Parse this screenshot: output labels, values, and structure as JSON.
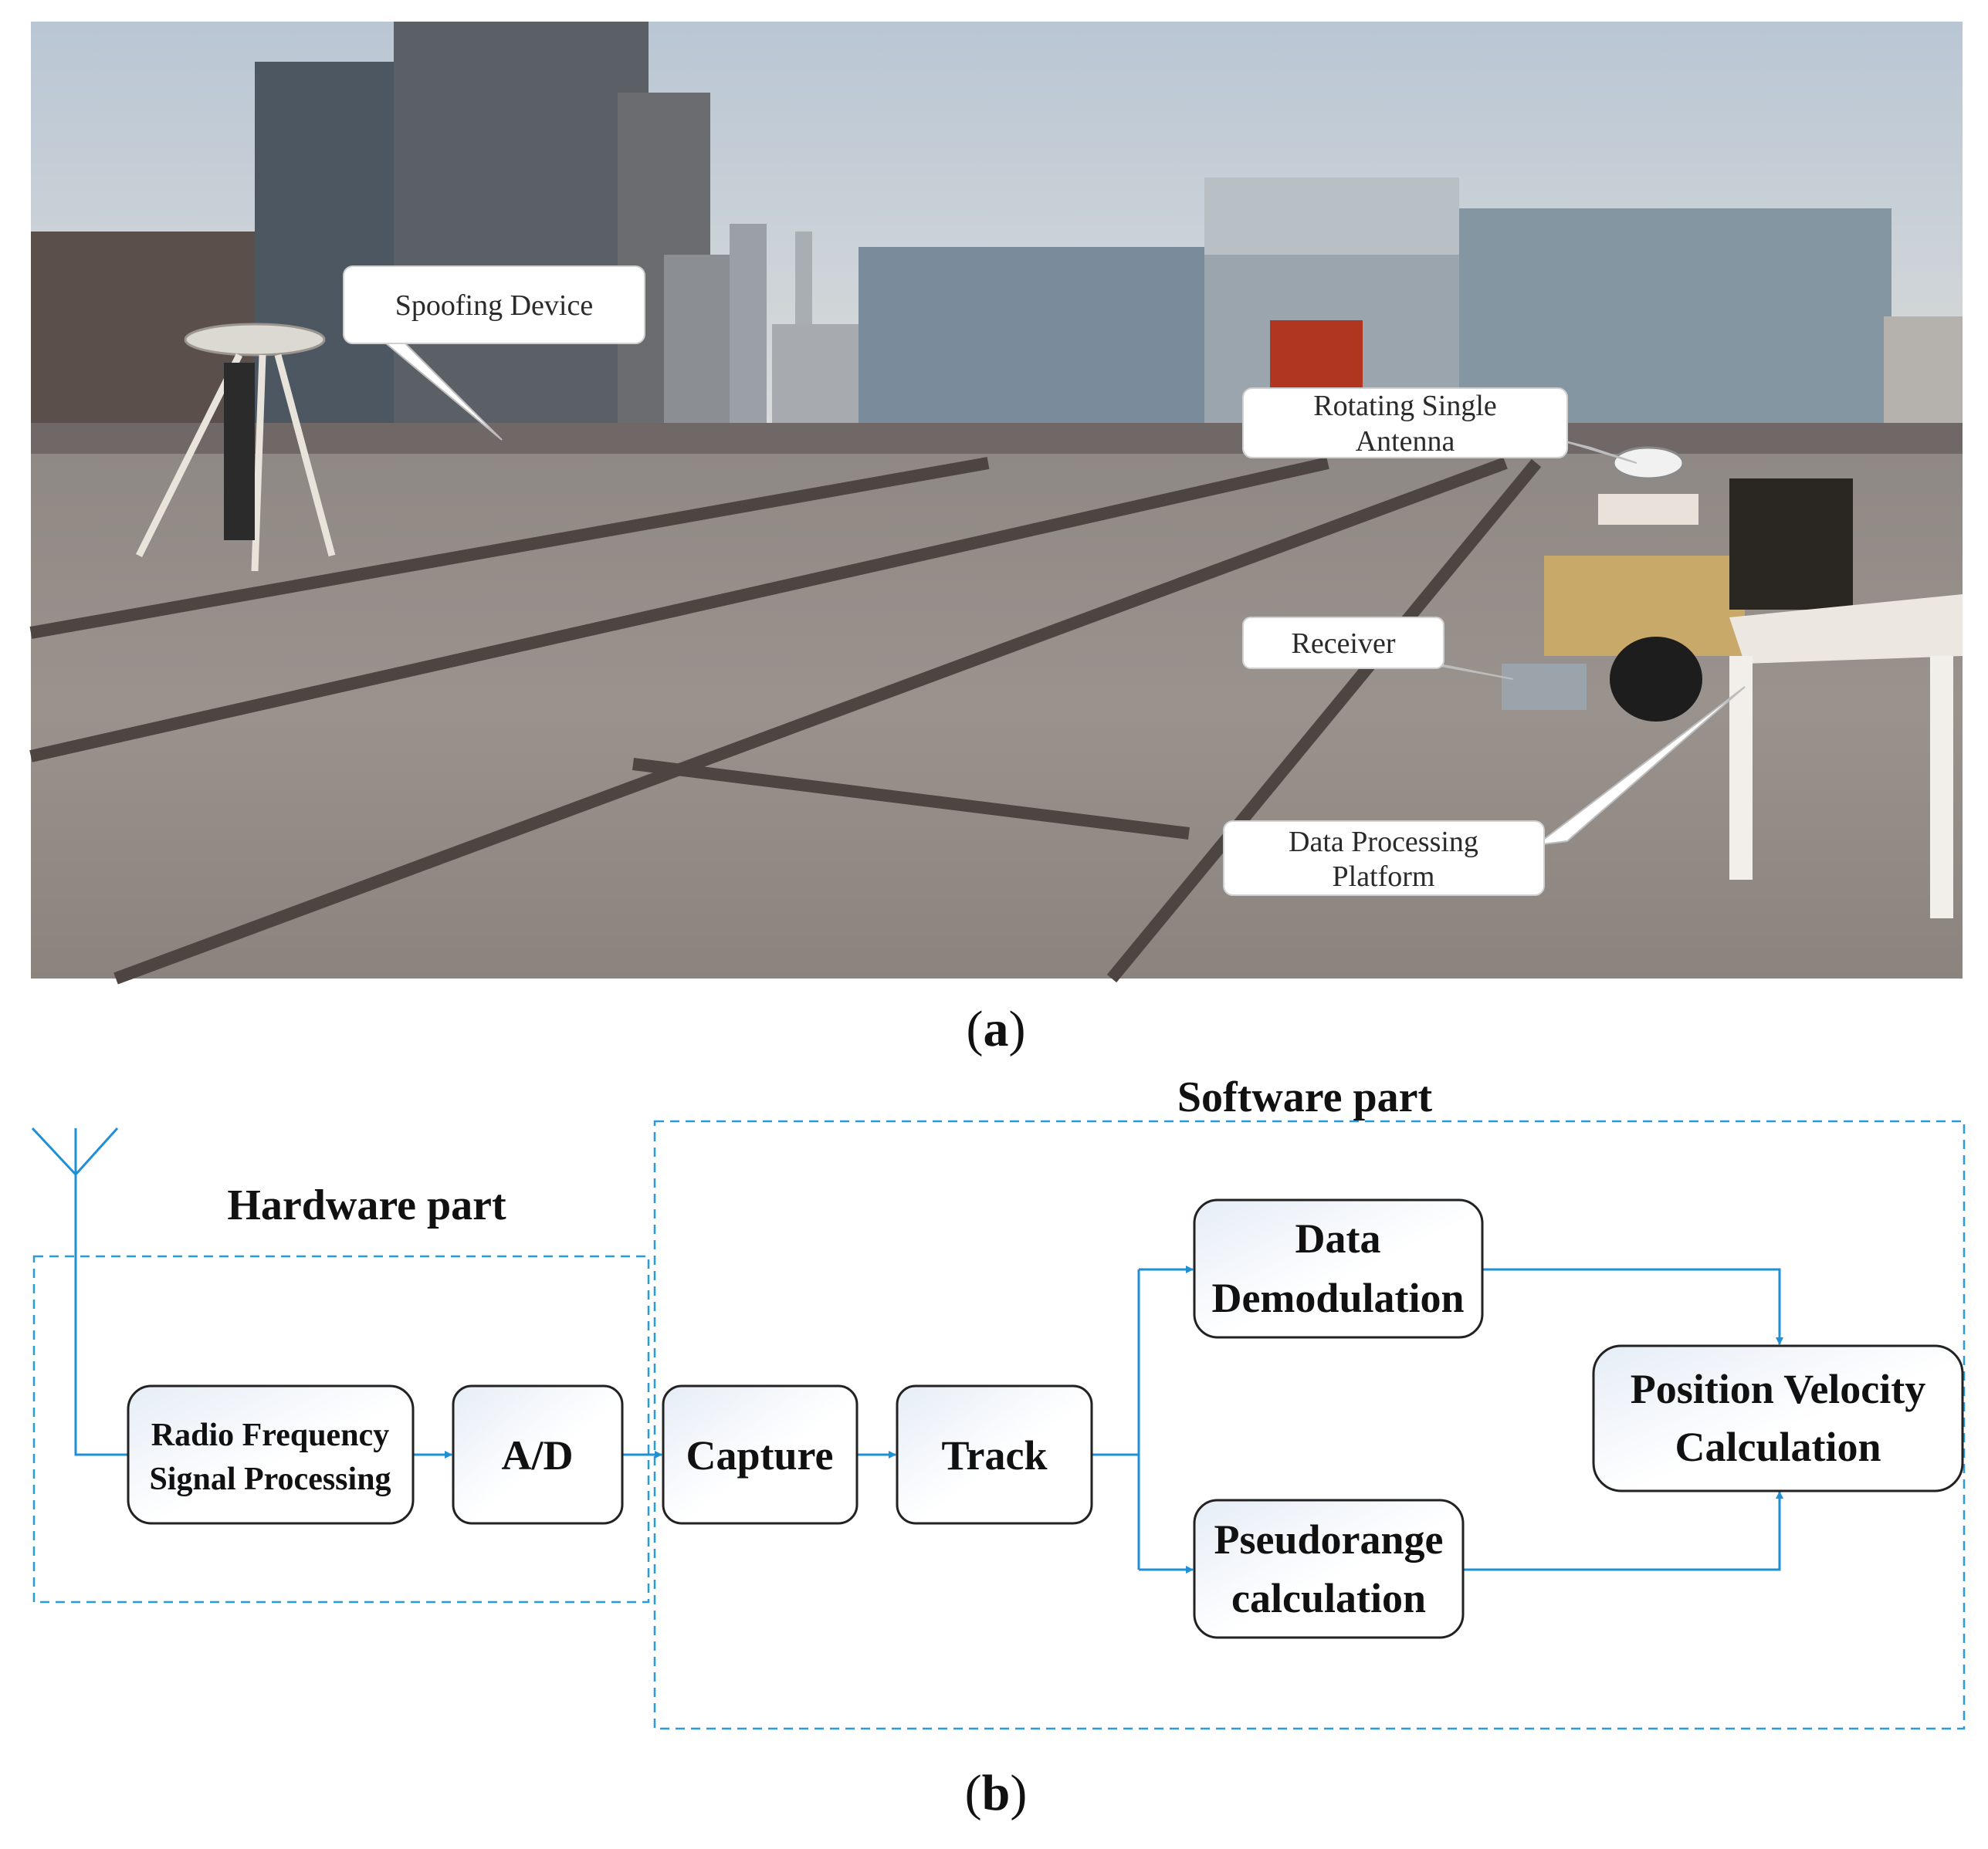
{
  "photo": {
    "callouts": {
      "spoofing": "Spoofing Device",
      "antenna_1": "Rotating Single",
      "antenna_2": "Antenna",
      "receiver": "Receiver",
      "platform_1": "Data Processing",
      "platform_2": "Platform"
    }
  },
  "captions": {
    "a_open": "(",
    "a_letter": "a",
    "a_close": ")",
    "b_open": "(",
    "b_letter": "b",
    "b_close": ")"
  },
  "diagram": {
    "hardware_label": "Hardware part",
    "software_label": "Software part",
    "blocks": {
      "rf_1": "Radio Frequency",
      "rf_2": "Signal Processing",
      "ad": "A/D",
      "capture": "Capture",
      "track": "Track",
      "demod_1": "Data",
      "demod_2": "Demodulation",
      "pseudo_1": "Pseudorange",
      "pseudo_2": "calculation",
      "pos_1": "Position Velocity",
      "pos_2": "Calculation"
    }
  },
  "colors": {
    "flow_line": "#1f8fd6",
    "dashed_frame": "#2a9ad8"
  }
}
